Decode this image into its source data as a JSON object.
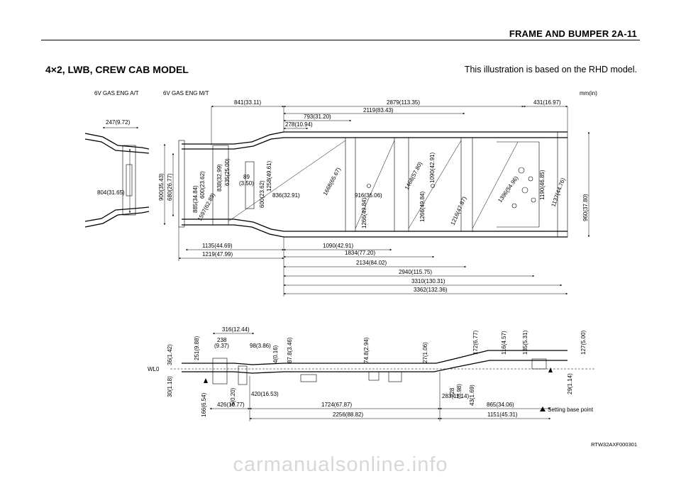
{
  "header": {
    "section": "FRAME AND BUMPER  2A-11"
  },
  "title": "4×2, LWB, CREW CAB MODEL",
  "note": "This illustration is based on the RHD model.",
  "engine_labels": {
    "at": "6V GAS ENG A/T",
    "mt": "6V GAS ENG M/T"
  },
  "unit": "mm(in)",
  "top_view": {
    "d841": "841(33.11)",
    "d2879": "2879(113.35)",
    "d431": "431(16.97)",
    "d2119": "2119(83.43)",
    "d793": "793(31.20)",
    "d278": "278(10.94)",
    "d247": "247(9.72)",
    "d804": "804(31.65)",
    "d900": "900(35.43)",
    "d680": "680(26.77)",
    "d885": "885(34.84)",
    "d600a": "600(23.62)",
    "d838": "838(32.99)",
    "d635": "635(25.00)",
    "d89": "89",
    "d3_50": "(3.50)",
    "d600b": "600(23.62)",
    "d1258": "1258(49.61)",
    "d1597": "1597(62.89)",
    "d836": "836(32.91)",
    "d1668": "1668(65.67)",
    "d916": "916(36.06)",
    "d1266a": "1266(49.84)",
    "d1468": "1468(57.80)",
    "d1266b": "1266(49.84)",
    "d1090v": "1090(42.91)",
    "d1216": "1216(47.87)",
    "d1396": "1396(54.96)",
    "d1190": "1190(46.85)",
    "d1137": "1137(44.76)",
    "d960": "960(37.80)",
    "d1135": "1135(44.69)",
    "d1219": "1219(47.99)",
    "d1090h": "1090(42.91)",
    "d1834": "1834(77.20)",
    "d2134": "2134(84.02)",
    "d2940": "2940(115.75)",
    "d3310": "3310(130.31)",
    "d3362": "3362(132.36)"
  },
  "side_view": {
    "d316": "316(12.44)",
    "d238": "238",
    "d9_37": "(9.37)",
    "d98": "98(3.86)",
    "d36": "36(1.42)",
    "d251": "251(9.88)",
    "d40": "4(0.16)",
    "d87": "87.8(3.46)",
    "d74": "74.8(2.94)",
    "d27": "27(1.06)",
    "d172": "172(6.77)",
    "d116": "116(4.57)",
    "d135": "135(5.31)",
    "d127": "127(5.00)",
    "wl0": "WL0",
    "d30": "30(1.18)",
    "d166": "166(6.54)",
    "d5": "5(0.20)",
    "d420": "420(16.53)",
    "d426": "426(16.77)",
    "d1724": "1724(67.87)",
    "d228": "228",
    "d8_98": "(8.98)",
    "d43": "43(1.69)",
    "d283": "283(11.14)",
    "d865": "865(34.06)",
    "d29": "29(1.14)",
    "d2256": "2256(88.82)",
    "d1151": "1151(45.31)"
  },
  "legend": {
    "setting_base_point": "Setting base point"
  },
  "figure_code": "RTW32AXF000301",
  "watermark": "carmanualsonline.info"
}
